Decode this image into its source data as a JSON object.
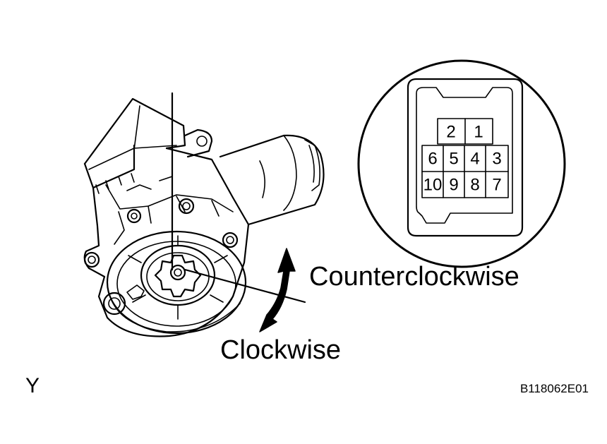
{
  "labels": {
    "counterclockwise": "Counterclockwise",
    "clockwise": "Clockwise",
    "view": "Y",
    "figure_code": "B118062E01"
  },
  "connector": {
    "top_row": [
      "2",
      "1"
    ],
    "middle_row": [
      "6",
      "5",
      "4",
      "3"
    ],
    "bottom_row": [
      "10",
      "9",
      "8",
      "7"
    ]
  }
}
